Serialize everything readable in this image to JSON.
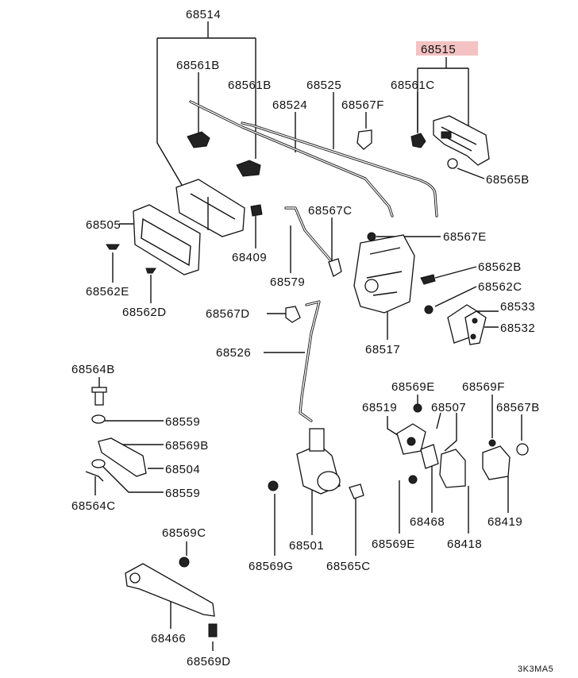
{
  "diagram": {
    "highlight_color": "#f4c2c2",
    "part_numbers": {
      "p68514": "68514",
      "p68515": "68515",
      "p68561b_a": "68561B",
      "p68561b_b": "68561B",
      "p68525": "68525",
      "p68561c": "68561C",
      "p68524": "68524",
      "p68567f": "68567F",
      "p68565b": "68565B",
      "p68505": "68505",
      "p68567c": "68567C",
      "p68567e": "68567E",
      "p68409": "68409",
      "p68562b": "68562B",
      "p68562e": "68562E",
      "p68579": "68579",
      "p68562c": "68562C",
      "p68533": "68533",
      "p68562d": "68562D",
      "p68567d": "68567D",
      "p68532": "68532",
      "p68517": "68517",
      "p68526": "68526",
      "p68564b": "68564B",
      "p68569e_a": "68569E",
      "p68569f": "68569F",
      "p68519": "68519",
      "p68507": "68507",
      "p68567b": "68567B",
      "p68559_a": "68559",
      "p68569b": "68569B",
      "p68504": "68504",
      "p68559_b": "68559",
      "p68564c": "68564C",
      "p68468": "68468",
      "p68419": "68419",
      "p68501": "68501",
      "p68569e_b": "68569E",
      "p68418": "68418",
      "p68569c": "68569C",
      "p68569g": "68569G",
      "p68565c": "68565C",
      "p68466": "68466",
      "p68569d": "68569D"
    },
    "diagram_code": "3K3MA5"
  }
}
